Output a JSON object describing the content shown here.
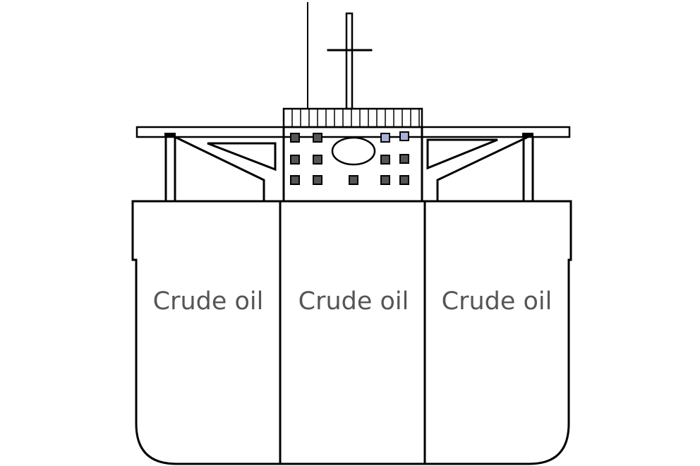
{
  "tanks": [
    {
      "label": "Crude oil"
    },
    {
      "label": "Crude oil"
    },
    {
      "label": "Crude oil"
    }
  ],
  "colors": {
    "line": "#000000",
    "label": "#555555",
    "window_dark": "#555555",
    "window_light": "#a9b0d6"
  },
  "icons": {
    "ship": "tanker-cross-section"
  }
}
